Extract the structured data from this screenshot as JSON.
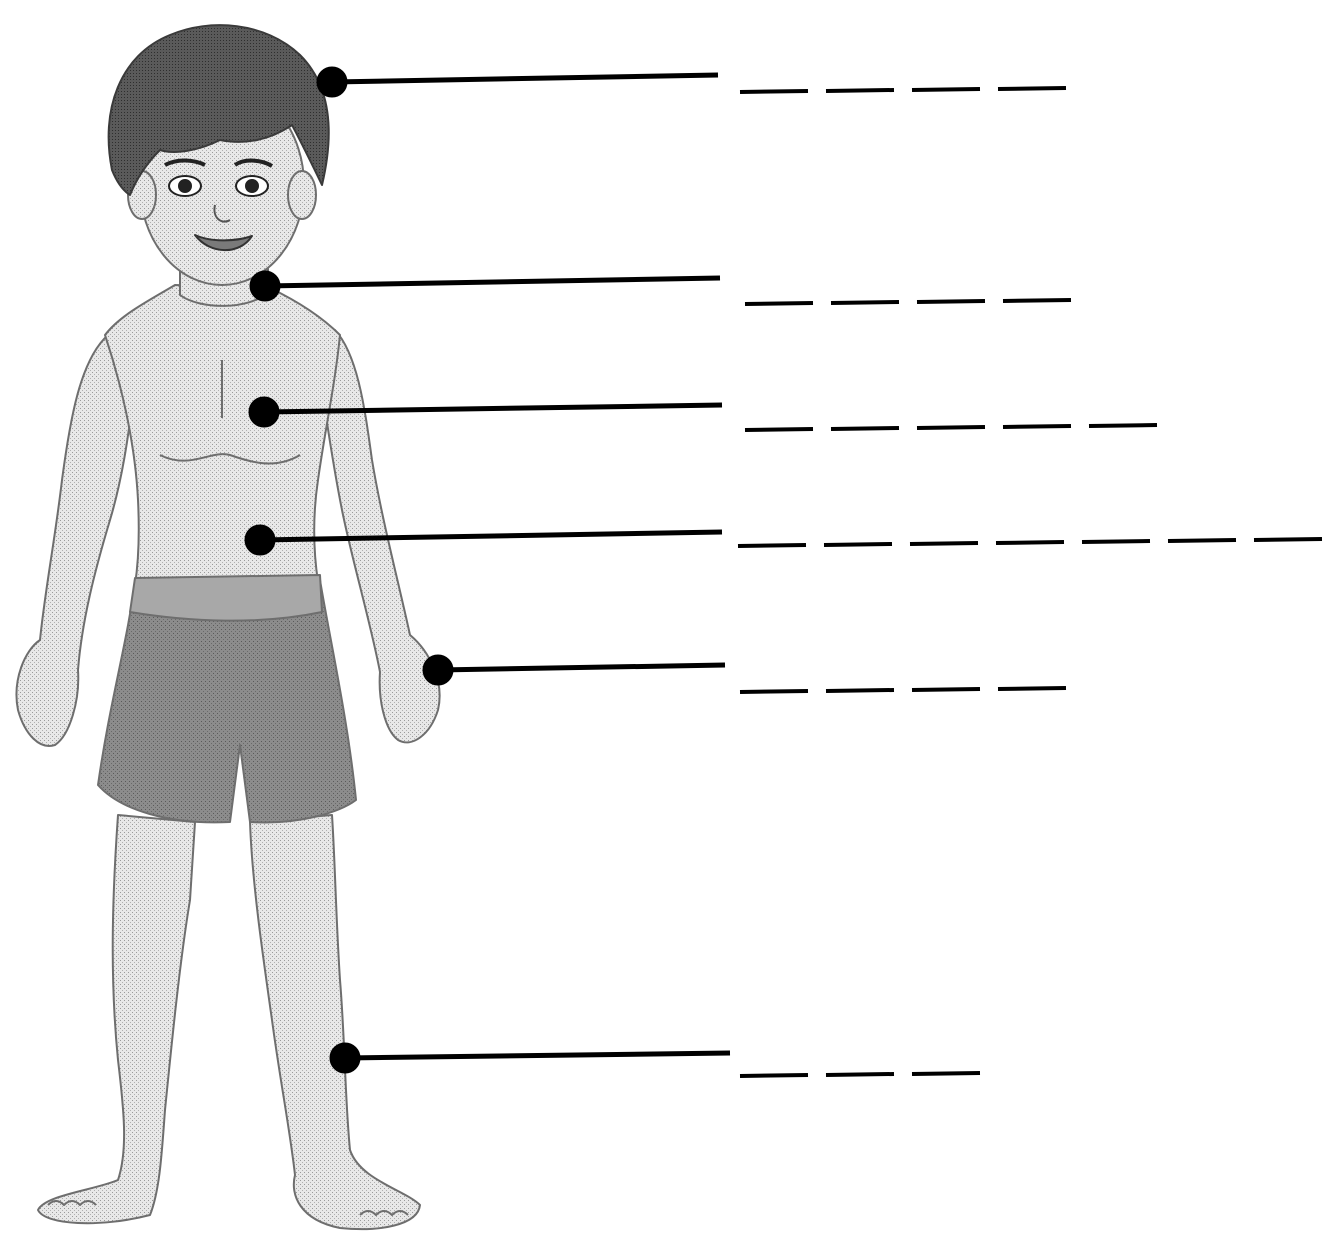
{
  "worksheet": {
    "title": "",
    "figure": "boy-in-swim-shorts-illustration",
    "colors": {
      "ink": "#000000",
      "hair": "#555555",
      "skin": "#e6e6e6",
      "skin_outline": "#707070",
      "shorts": "#8f8f8f",
      "shorts_band": "#a8a8a8",
      "background": "#ffffff"
    },
    "label_blanks": [
      {
        "part": "hair",
        "answer": "",
        "letter_count": 4
      },
      {
        "part": "neck",
        "answer": "",
        "letter_count": 4
      },
      {
        "part": "chest",
        "answer": "",
        "letter_count": 5
      },
      {
        "part": "stomach",
        "answer": "",
        "letter_count": 7
      },
      {
        "part": "hand",
        "answer": "",
        "letter_count": 4
      },
      {
        "part": "leg",
        "answer": "",
        "letter_count": 3
      }
    ]
  }
}
